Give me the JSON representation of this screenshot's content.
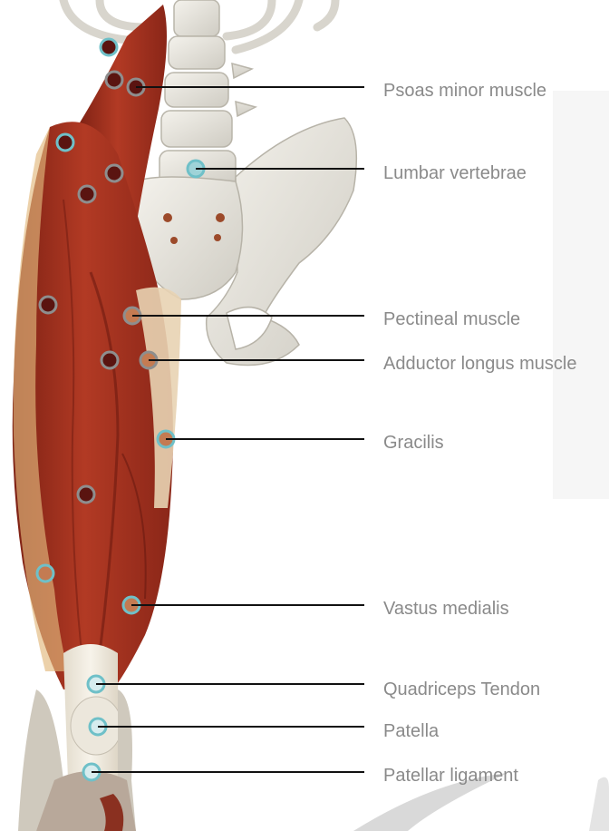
{
  "labels": [
    {
      "text": "Psoas minor muscle"
    },
    {
      "text": "Lumbar vertebrae"
    },
    {
      "text": "Pectineal muscle"
    },
    {
      "text": "Adductor longus muscle"
    },
    {
      "text": "Gracilis"
    },
    {
      "text": "Vastus medialis"
    },
    {
      "text": "Quadriceps Tendon"
    },
    {
      "text": "Patella"
    },
    {
      "text": "Patellar ligament"
    }
  ],
  "colors": {
    "muscle": "#a8301f",
    "muscle_dark": "#7a1e12",
    "bone": "#e9e7e0",
    "tendon": "#f1ece2",
    "leader_line": "#111111",
    "label": "#8a8a8a",
    "marker_ring_cyan": "#6fc0c8",
    "marker_ring_gray": "#8e8e8e",
    "marker_fill_dark": "#5a1410"
  }
}
